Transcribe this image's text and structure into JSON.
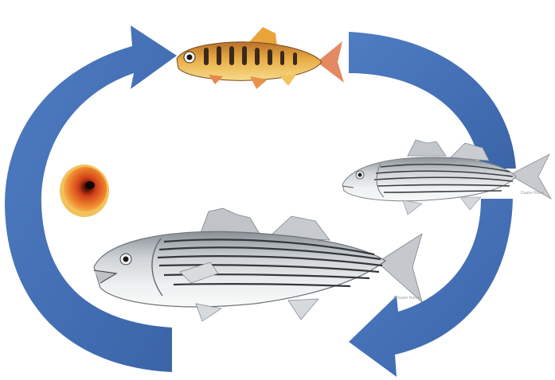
{
  "diagram": {
    "type": "life-cycle",
    "colors": {
      "arrow": "#4a73b8",
      "arrow_dark": "#3a5e9c",
      "fry_body": "#e2a23c",
      "egg": "#e0611f",
      "adult_body": "#d9dcdf",
      "stripe": "#3a3d40"
    },
    "stages": [
      {
        "name": "egg",
        "icon": "egg-icon"
      },
      {
        "name": "fry",
        "icon": "fry-fish-icon"
      },
      {
        "name": "juvenile",
        "icon": "juvenile-striped-bass-icon"
      },
      {
        "name": "adult",
        "icon": "adult-striped-bass-icon"
      }
    ],
    "arrows": [
      {
        "name": "egg-to-fry",
        "icon": "curved-arrow-icon"
      },
      {
        "name": "fry-to-juvenile",
        "icon": "curved-arrow-icon"
      },
      {
        "name": "adult-to-egg",
        "icon": "curved-arrow-icon"
      }
    ],
    "credits": {
      "juvenile": "Duane Raver",
      "adult": "©Duane Raver"
    }
  }
}
